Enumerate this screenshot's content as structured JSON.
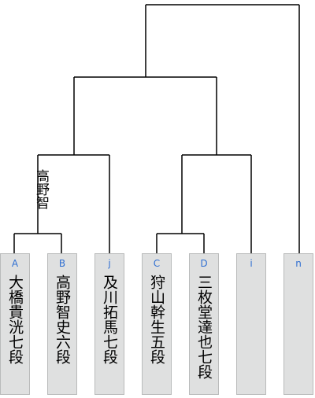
{
  "bracket": {
    "winner_note": "高野智",
    "slots": [
      {
        "letter": "A",
        "name": "大橋貴洸七段"
      },
      {
        "letter": "B",
        "name": "高野智史六段"
      },
      {
        "letter": "j",
        "name": "及川拓馬七段"
      },
      {
        "letter": "C",
        "name": "狩山幹生五段"
      },
      {
        "letter": "D",
        "name": "三枚堂達也七段"
      },
      {
        "letter": "i",
        "name": ""
      },
      {
        "letter": "n",
        "name": ""
      }
    ]
  },
  "colors": {
    "slot_background": "#dfe0e0",
    "slot_border": "#b9bbbb",
    "slot_letter": "#2f6fd2",
    "bracket_line": "#000000"
  }
}
